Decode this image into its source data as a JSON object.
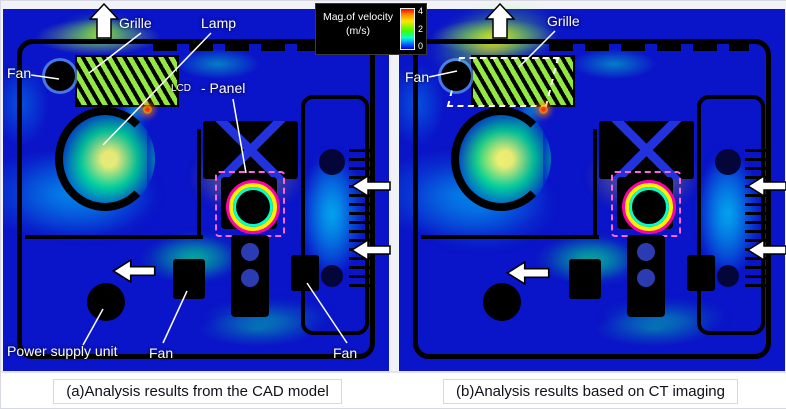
{
  "legend": {
    "title": "Mag.of velocity",
    "units": "(m/s)",
    "ticks": [
      "4",
      "2",
      "0"
    ]
  },
  "panel_a": {
    "caption": "(a)Analysis results from the CAD model",
    "labels": {
      "grille": "Grille",
      "lamp": "Lamp",
      "fan_top": "Fan",
      "lcd": "LCD",
      "panel": "- Panel",
      "psu": "Power supply unit",
      "fan_mid": "Fan",
      "fan_right": "Fan"
    }
  },
  "panel_b": {
    "caption": "(b)Analysis results based on CT imaging",
    "labels": {
      "fan": "Fan",
      "grille": "Grille"
    }
  }
}
